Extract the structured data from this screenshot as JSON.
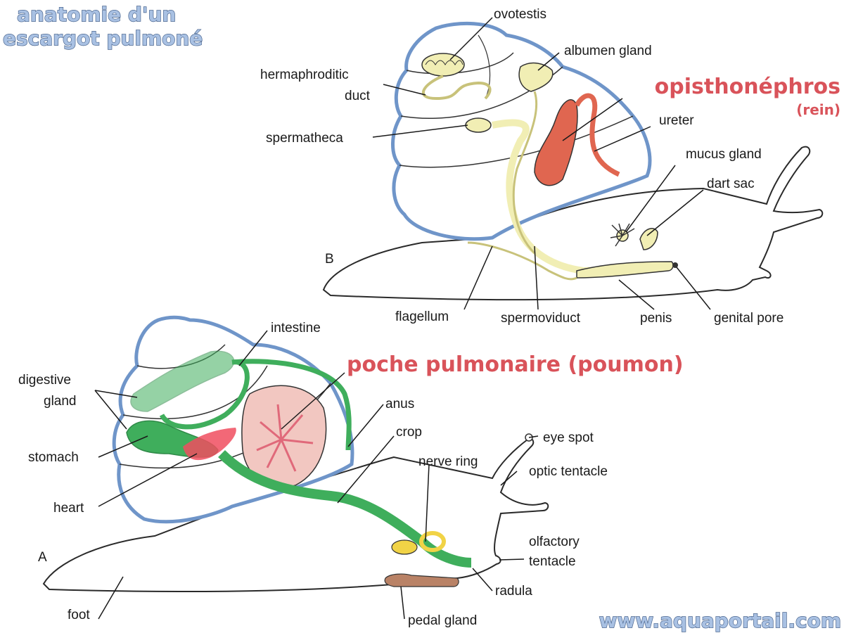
{
  "title": {
    "line1": "anatomie d'un",
    "line2": "escargot pulmoné"
  },
  "watermark": "www.aquaportail.com",
  "colors": {
    "shell_outline": "#6f95c9",
    "kidney": "#e06650",
    "reproductive": "#f1eeb4",
    "digestive": "#3fae5c",
    "lung": "#f2c7c1",
    "heart": "#f04e5f",
    "nerve_ring": "#f1d346",
    "pedal_gland": "#b98266",
    "highlight_red": "#d9535a"
  },
  "figure_b": {
    "letter": "B",
    "labels": {
      "ovotestis": "ovotestis",
      "albumen_gland": "albumen gland",
      "hermaphroditic_duct_1": "hermaphroditic",
      "hermaphroditic_duct_2": "duct",
      "spermatheca": "spermatheca",
      "opisthonephros": "opisthonéphros",
      "rein": "(rein)",
      "ureter": "ureter",
      "mucus_gland": "mucus gland",
      "dart_sac": "dart sac",
      "flagellum": "flagellum",
      "spermoviduct": "spermoviduct",
      "penis": "penis",
      "genital_pore": "genital pore"
    }
  },
  "figure_a": {
    "letter": "A",
    "labels": {
      "intestine": "intestine",
      "poche_pulmonaire": "poche pulmonaire (poumon)",
      "digestive_gland_1": "digestive",
      "digestive_gland_2": "gland",
      "anus": "anus",
      "crop": "crop",
      "eye_spot": "eye spot",
      "nerve_ring": "nerve ring",
      "optic_tentacle": "optic tentacle",
      "stomach": "stomach",
      "heart": "heart",
      "olfactory_tentacle_1": "olfactory",
      "olfactory_tentacle_2": "tentacle",
      "radula": "radula",
      "foot": "foot",
      "pedal_gland": "pedal gland"
    }
  }
}
